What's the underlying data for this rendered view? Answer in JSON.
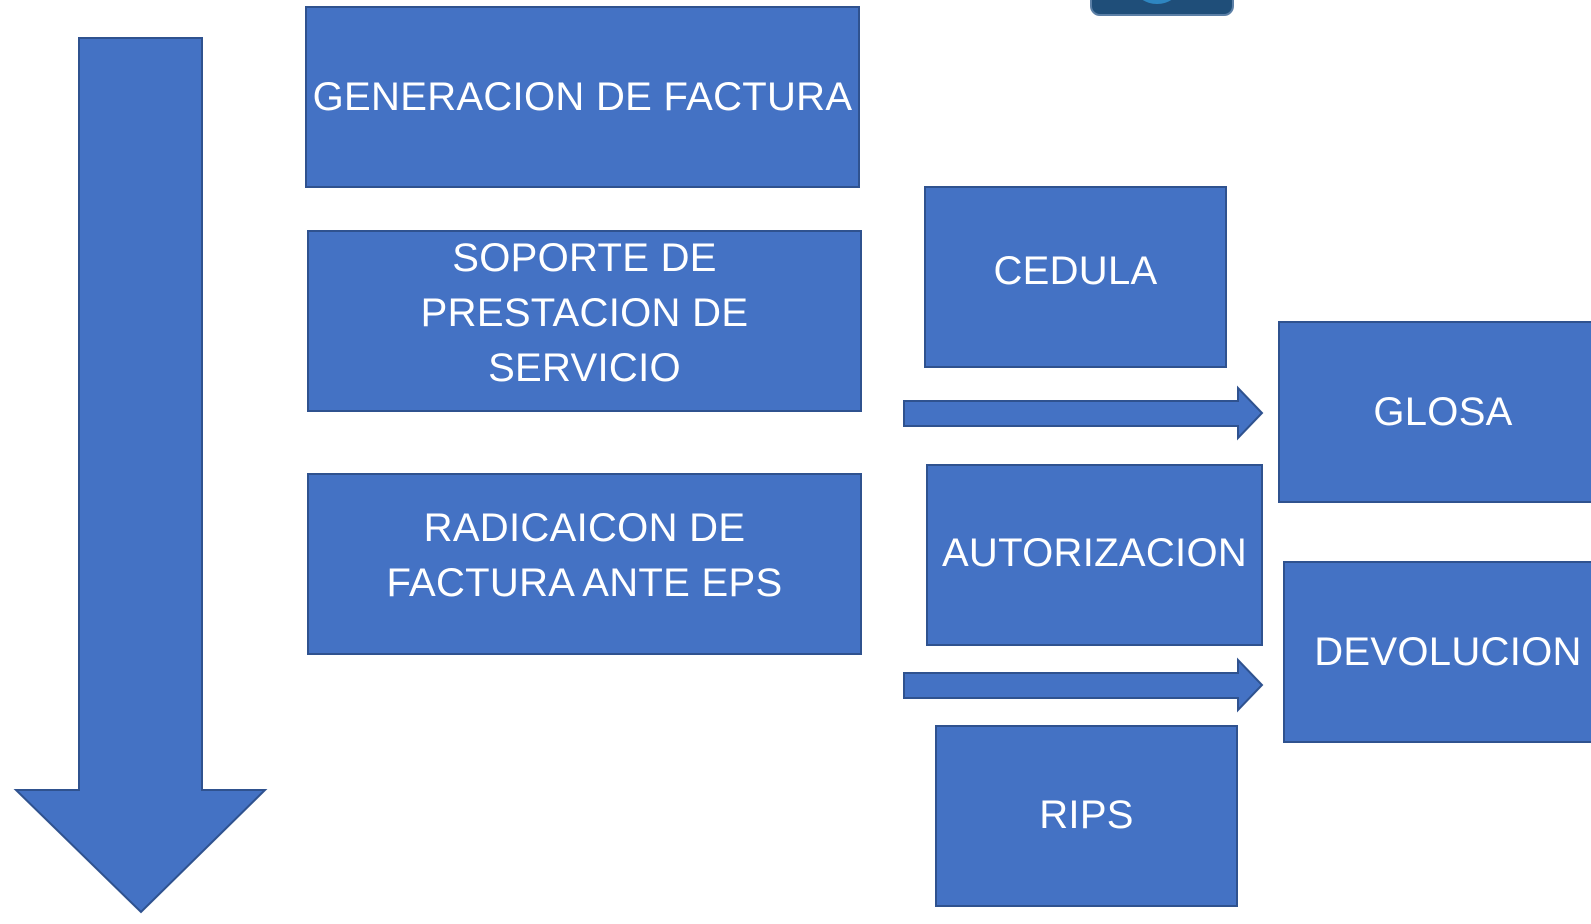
{
  "diagram": {
    "boxes": {
      "generacion": "GENERACION DE FACTURA",
      "soporte": "SOPORTE DE PRESTACION DE SERVICIO",
      "radicacion": "RADICAICON DE FACTURA ANTE EPS",
      "cedula": "CEDULA",
      "autorizacion": "AUTORIZACION",
      "rips": "RIPS",
      "glosa": "GLOSA",
      "devolucion": "DEVOLUCION"
    }
  },
  "logo": {
    "icon": "organization-logo"
  },
  "colors": {
    "box_fill": "#4472c4",
    "box_border": "#2f528f"
  }
}
